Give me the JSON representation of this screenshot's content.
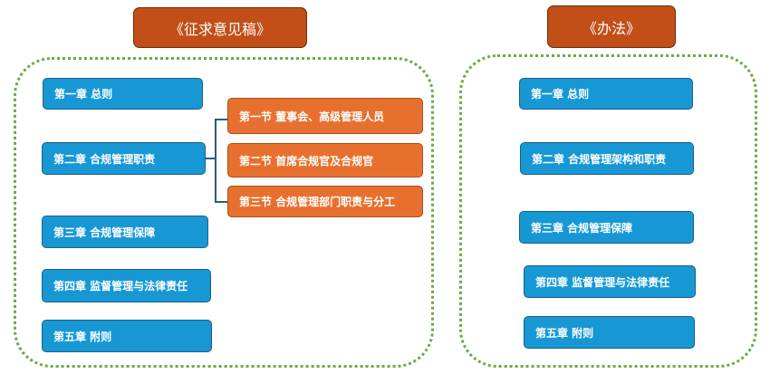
{
  "left": {
    "title": "《征求意见稿》",
    "chapters": [
      "第一章  总则",
      "第二章  合规管理职责",
      "第三章  合规管理保障",
      "第四章  监督管理与法律责任",
      "第五章  附则"
    ],
    "sections": [
      "第一节  董事会、高级管理人员",
      "第二节  首席合规官及合规官",
      "第三节  合规管理部门职责与分工"
    ]
  },
  "right": {
    "title": "《办法》",
    "chapters": [
      "第一章  总则",
      "第二章  合规管理架构和职责",
      "第三章  合规管理保障",
      "第四章  监督管理与法律责任",
      "第五章  附则"
    ]
  },
  "colors": {
    "chapter": "#1798d5",
    "section": "#e8702e",
    "title": "#c14f17",
    "border": "#6aab46"
  }
}
